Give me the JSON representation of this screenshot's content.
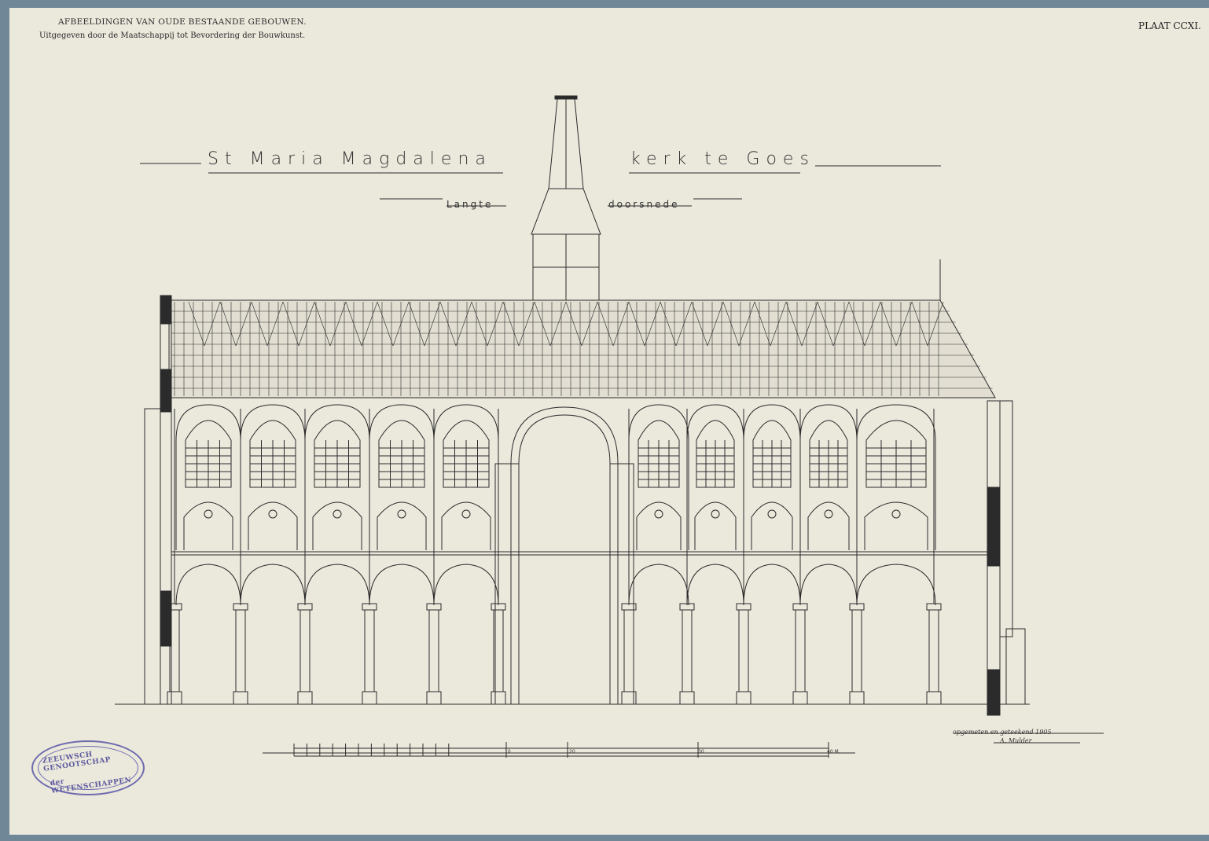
{
  "header": {
    "series_title": "AFBEELDINGEN VAN OUDE BESTAANDE GEBOUWEN.",
    "publisher_line": "Uitgegeven door de Maatschappij tot Bevordering der Bouwkunst.",
    "plate_number": "PLAAT CCXI."
  },
  "title": {
    "part1": "St Maria Magdalena",
    "part2": "kerk te Goes",
    "sub1": "Langte",
    "sub2": "doorsnede"
  },
  "signature": {
    "line1": "opgemeten en geteekend 1905",
    "line2": "A. Mulder"
  },
  "stamp": {
    "top": "ZEEUWSCH GENOOTSCHAP",
    "bottom": "der WETENSCHAPPEN"
  },
  "scale_bar": {
    "labels": [
      "10",
      "20",
      "30",
      "40 M."
    ]
  },
  "colors": {
    "paper": "#ebe8dc",
    "background": "#6f8796",
    "ink": "#2b2b2b",
    "stamp": "#6d6bae"
  }
}
